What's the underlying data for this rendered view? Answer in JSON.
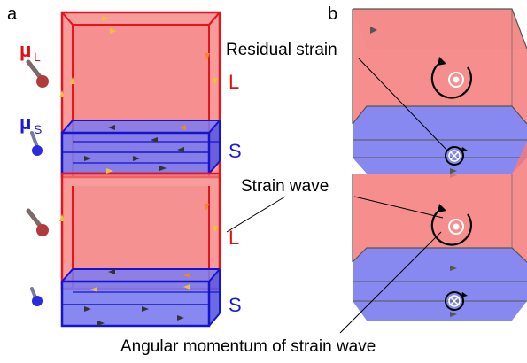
{
  "panel_a": {
    "label": "a",
    "mu_L": "μ",
    "mu_L_sub": "L",
    "mu_S": "μ",
    "mu_S_sub": "S",
    "layer_L_top": "L",
    "layer_S_top": "S",
    "layer_L_bottom": "L",
    "layer_S_bottom": "S"
  },
  "panel_b": {
    "label": "b"
  },
  "annotations": {
    "residual_strain": "Residual strain",
    "strain_wave": "Strain wave",
    "angular_momentum": "Angular momentum of strain wave"
  },
  "colors": {
    "L_fill": "#f47a7a",
    "L_edge": "#e8141c",
    "S_fill": "#7b7bf0",
    "S_edge": "#1414d0",
    "L_text": "#e01010",
    "S_text": "#1a1adf"
  }
}
